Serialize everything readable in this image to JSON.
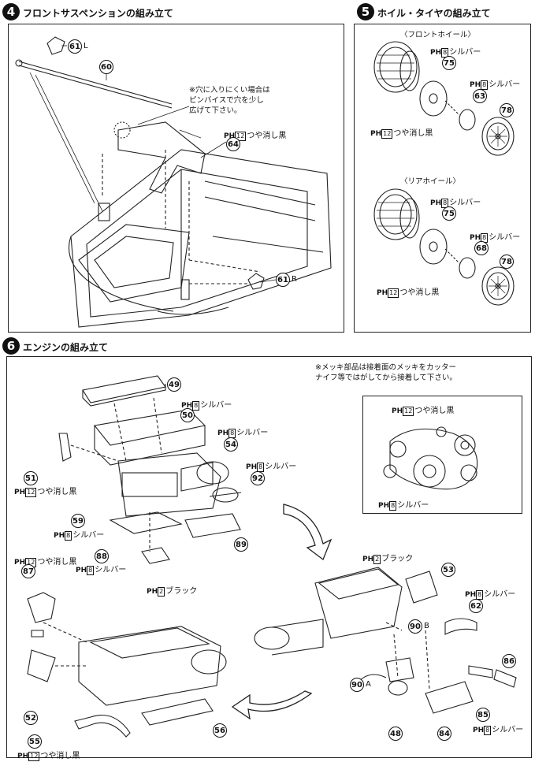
{
  "step4": {
    "num": "4",
    "title": "フロントサスペンションの組み立て",
    "note": "※穴に入りにくい場合は\nピンバイスで穴を少し\n広げて下さい。",
    "parts": {
      "p61l": "61",
      "p61l_suffix": "L",
      "p60": "60",
      "p64": "64",
      "p61r": "61",
      "p61r_suffix": "R"
    },
    "paint": {
      "ph": "PH",
      "num": "12",
      "text": "つや消し黒"
    }
  },
  "step5": {
    "num": "5",
    "title": "ホイル・タイヤの組み立て",
    "front_label": "〈フロントホイール〉",
    "rear_label": "〈リアホイール〉",
    "front": {
      "paint1_num": "8",
      "paint1_text": "シルバー",
      "p75": "75",
      "paint2_num": "8",
      "paint2_text": "シルバー",
      "p63": "63",
      "paint3_num": "12",
      "paint3_text": "つや消し黒",
      "p78": "78"
    },
    "rear": {
      "paint1_num": "8",
      "paint1_text": "シルバー",
      "p75": "75",
      "paint2_num": "8",
      "paint2_text": "シルバー",
      "p68": "68",
      "paint3_num": "12",
      "paint3_text": "つや消し黒",
      "p78": "78"
    },
    "ph": "PH"
  },
  "step6": {
    "num": "6",
    "title": "エンジンの組み立て",
    "note": "※メッキ部品は接着面のメッキをカッター\nナイフ等ではがしてから接着して下さい。",
    "ph": "PH",
    "belt": {
      "paint1_num": "12",
      "paint1_text": "つや消し黒",
      "paint2_num": "8",
      "paint2_text": "シルバー"
    },
    "labels": {
      "p49": "49",
      "p50": "50",
      "p50_paint_num": "8",
      "p50_paint_text": "シルバー",
      "p54_paint_num": "8",
      "p54_paint_text": "シルバー",
      "p54": "54",
      "p92_paint_num": "8",
      "p92_paint_text": "シルバー",
      "p92": "92",
      "p51": "51",
      "p51_paint_num": "12",
      "p51_paint_text": "つや消し黒",
      "p59": "59",
      "p59_paint_num": "8",
      "p59_paint_text": "シルバー",
      "p89": "89",
      "p88": "88",
      "p88_paint_num": "8",
      "p88_paint_text": "シルバー",
      "p88b_paint_num": "2",
      "p88b_paint_text": "ブラック",
      "p87_paint_num": "12",
      "p87_paint_text": "つや消し黒",
      "p87": "87",
      "p52": "52",
      "p55": "55",
      "p55_paint_num": "12",
      "p55_paint_text": "つや消し黒",
      "p56": "56",
      "p53_paint_num": "2",
      "p53_paint_text": "ブラック",
      "p53": "53",
      "p62_paint_num": "8",
      "p62_paint_text": "シルバー",
      "p62": "62",
      "p90b": "90",
      "p90b_suffix": "B",
      "p90a": "90",
      "p90a_suffix": "A",
      "p86": "86",
      "p85": "85",
      "p85_paint_num": "8",
      "p85_paint_text": "シルバー",
      "p48": "48",
      "p84": "84"
    }
  }
}
